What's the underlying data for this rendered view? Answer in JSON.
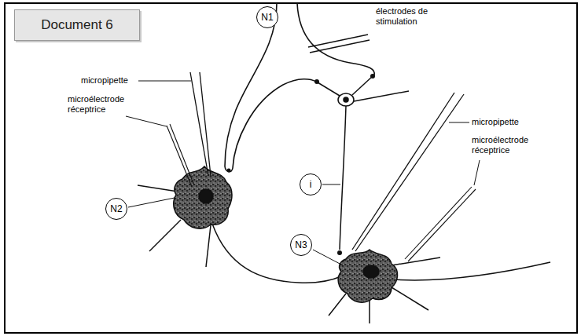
{
  "diagram": {
    "title": "Document 6",
    "nodes": [
      {
        "text": [
          "N1"
        ]
      },
      {
        "text": [
          "N2"
        ]
      },
      {
        "text": [
          "i"
        ]
      },
      {
        "text": [
          "N3"
        ]
      }
    ],
    "labels": [
      "électrodes de stimulation",
      "micropipette",
      "microélectrode réceptrice",
      "micropipette",
      "microélectrode réceptrice"
    ]
  }
}
